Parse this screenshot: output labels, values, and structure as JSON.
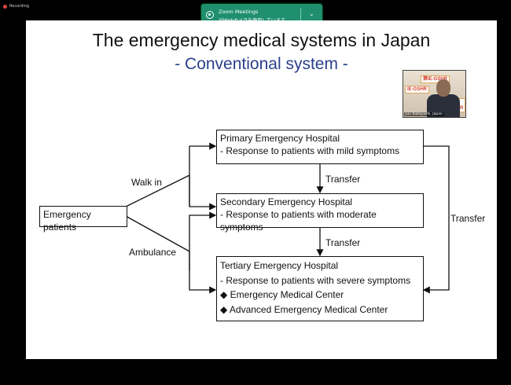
{
  "recording": {
    "label": "Recording"
  },
  "notification": {
    "title": "Zoom Meetings",
    "message": "がWebカメラを使用しています",
    "icon": "webcam-icon",
    "chevron": "⌄"
  },
  "slide": {
    "title": "The emergency medical systems in Japan",
    "subtitle": "- Conventional system -",
    "subtitle_color": "#2a3f8a",
    "patients": "Emergency patients",
    "walk_in": "Walk in",
    "ambulance": "Ambulance",
    "transfer1": "Transfer",
    "transfer2": "Transfer",
    "transfer3": "Transfer",
    "primary": {
      "title": "Primary Emergency Hospital",
      "desc": "- Response to patients with mild symptoms"
    },
    "secondary": {
      "title": "Secondary Emergency Hospital",
      "desc": "- Response to patients with moderate symptoms"
    },
    "tertiary": {
      "title": "Tertiary Emergency Hospital",
      "desc": "- Response to patients with severe symptoms",
      "item1": "◆ Emergency Medical Center",
      "item2": "◆ Advanced Emergency Medical Center"
    }
  },
  "participant": {
    "name": "Jun Kobayashi, Japan",
    "banner1": "第IE-GSHR",
    "banner2": "IE-GSHR",
    "banner3": "-GSHR"
  }
}
